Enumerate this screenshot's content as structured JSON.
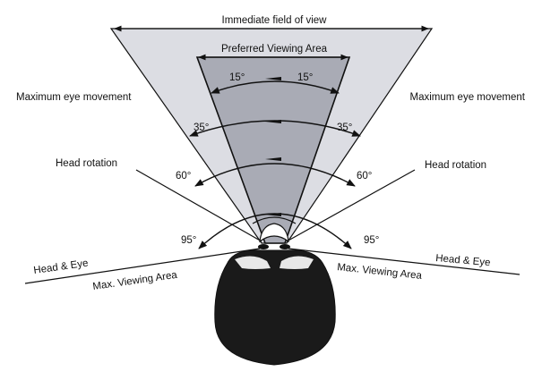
{
  "diagram": {
    "top_label": "Immediate field of view",
    "inner_label": "Preferred Viewing Area",
    "left": {
      "eye_movement": "Maximum eye movement",
      "head_rotation": "Head rotation",
      "head_eye": "Head & Eye",
      "max_viewing": "Max. Viewing Area"
    },
    "right": {
      "eye_movement": "Maximum eye movement",
      "head_rotation": "Head rotation",
      "head_eye": "Head & Eye",
      "max_viewing": "Max. Viewing Area"
    },
    "angles": {
      "a15_left": "15°",
      "a15_right": "15°",
      "a35_left": "35°",
      "a35_right": "35°",
      "a60_left": "60°",
      "a60_right": "60°",
      "a95_left": "95°",
      "a95_right": "95°"
    },
    "colors": {
      "outer_fill": "#dcdde3",
      "inner_fill": "#a9abb5",
      "head_fill": "#1a1a1a",
      "line": "#111111"
    }
  }
}
